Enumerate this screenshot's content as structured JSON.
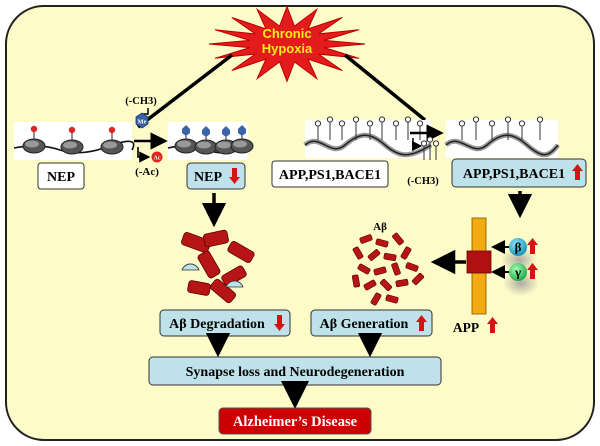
{
  "colors": {
    "background": "#fdfbc8",
    "star": "#e41b1b",
    "star_text": "#f7ec1c",
    "box_fill": "#bfe1ea",
    "disease_fill": "#cc0000",
    "arrow_up_down": "#d21414",
    "app_bar": "#f2ab15",
    "app_bar_mark": "#b01010",
    "abeta_block": "#b71515",
    "beta_circle": "#18a8c8",
    "gamma_circle": "#2ecf5a"
  },
  "hypoxia": {
    "line1": "Chronic",
    "line2": "Hypoxia"
  },
  "nep": {
    "label_left": "NEP",
    "label_right": "NEP",
    "methyl": "(-CH3)",
    "acetyl": "(-Ac)",
    "me_marker": "Me",
    "ac_marker": "Ac"
  },
  "app_genes": {
    "label_left": "APP,PS1,BACE1",
    "label_right": "APP,PS1,BACE1",
    "methyl": "(-CH3)"
  },
  "abeta_cluster_label": "Aβ",
  "secretases": {
    "beta": "β",
    "gamma": "γ"
  },
  "app_bar_label": "APP",
  "degradation": "Aβ Degradation",
  "generation": "Aβ Generation",
  "synapse": "Synapse loss and Neurodegeneration",
  "disease": "Alzheimer’s Disease"
}
